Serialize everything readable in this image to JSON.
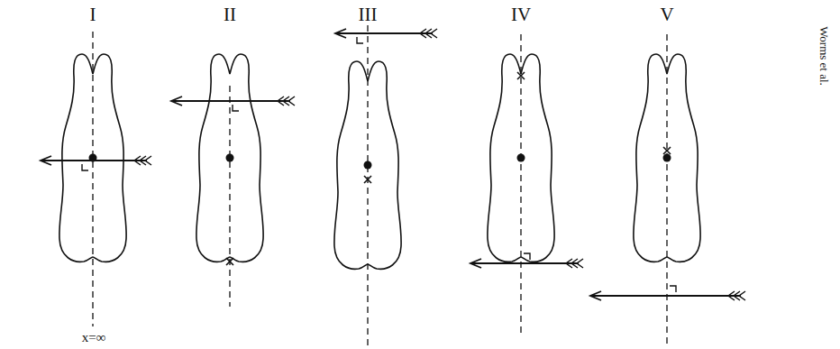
{
  "diagram": {
    "labels": [
      "I",
      "II",
      "III",
      "IV",
      "V",
      "x=∞",
      "Worms et al."
    ]
  }
}
